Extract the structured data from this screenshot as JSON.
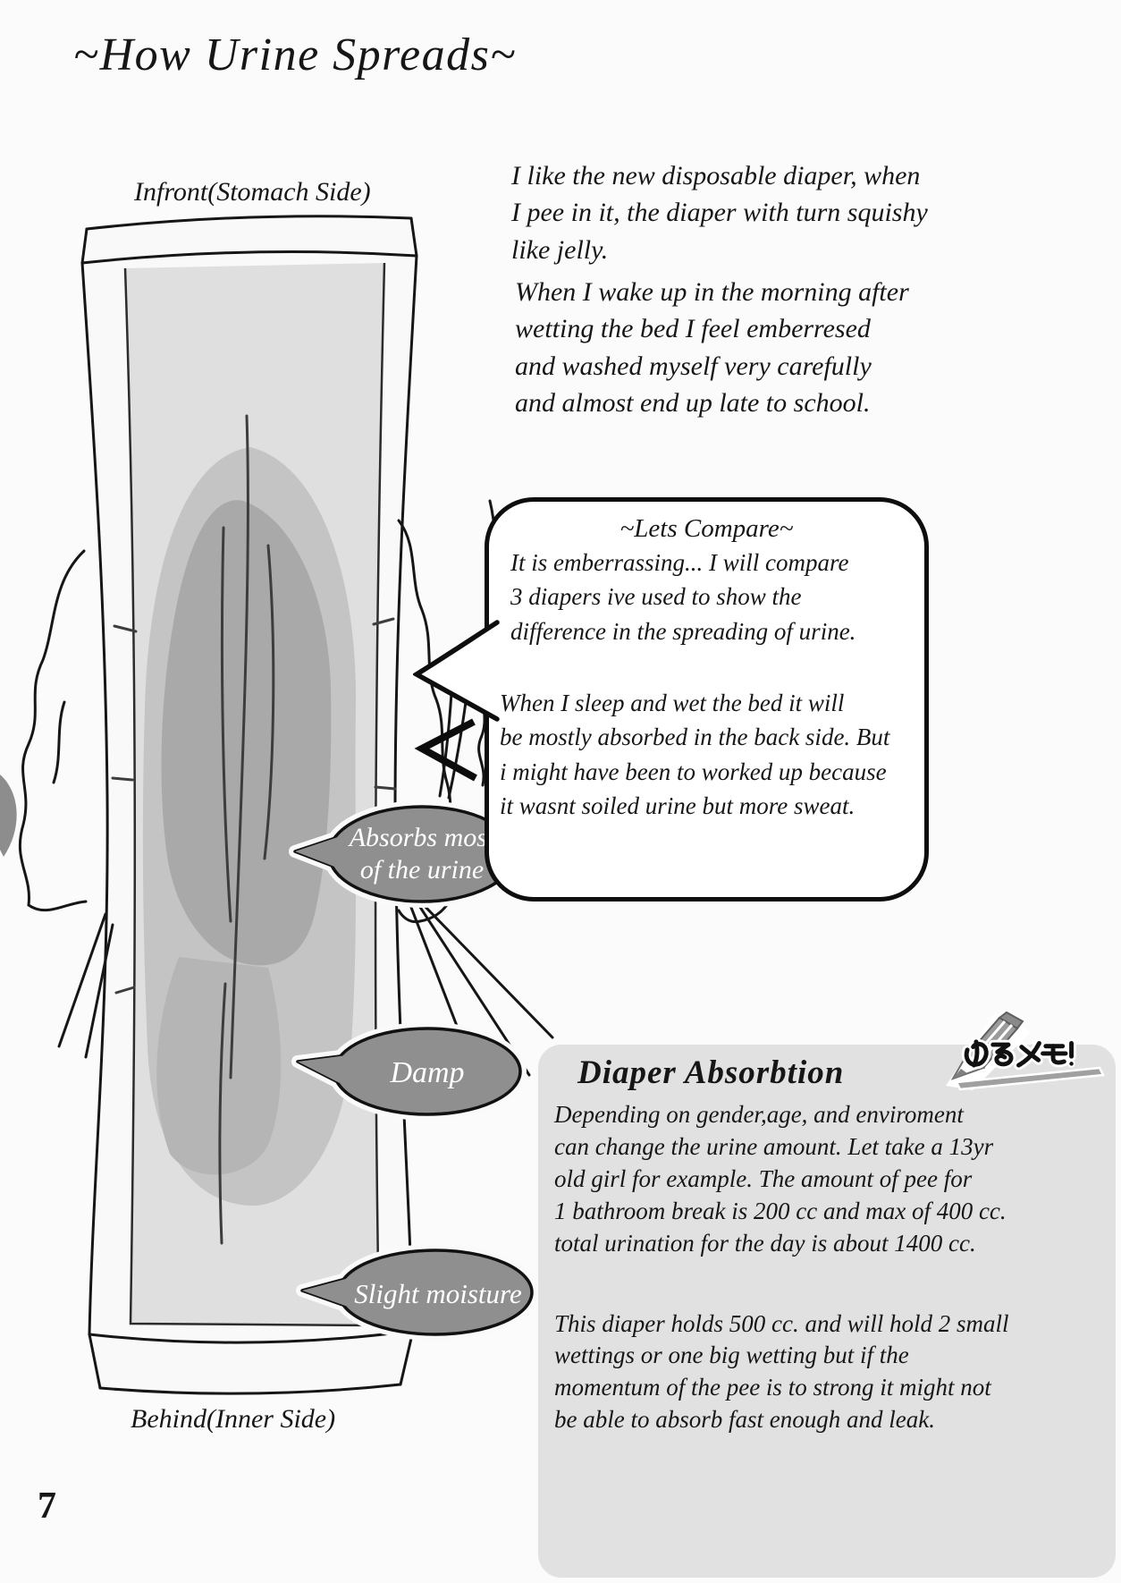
{
  "page": {
    "title": "~How Urine Spreads~",
    "page_number": "7"
  },
  "diagram": {
    "top_label": "Infront(Stomach Side)",
    "bottom_label": "Behind(Inner Side)",
    "callouts": [
      {
        "line1": "Absorbs most",
        "line2": "of the urine"
      },
      {
        "line1": "Damp"
      },
      {
        "line1": "Slight moisture"
      }
    ]
  },
  "paragraphs": {
    "intro": "I like the new disposable diaper, when\nI pee in it, the diaper with turn squishy\nlike jelly.",
    "morning": "When I wake up in the morning after\nwetting the bed I feel emberresed\nand washed myself very carefully\nand almost end up late to school."
  },
  "speech_bubble": {
    "heading": "~Lets Compare~",
    "body1": "It is emberrassing... I will compare\n3 diapers ive used to show the\ndifference in the spreading of urine.",
    "body2": "When I sleep and wet the bed it will\nbe mostly absorbed in the back side. But\ni might have been to worked up because\nit wasnt soiled urine but more sweat."
  },
  "note_box": {
    "heading": "Diaper Absorbtion",
    "badge": "ゆるメモ!",
    "para1": "Depending on gender,age, and enviroment\ncan change the urine amount. Let take a 13yr\nold girl for example. The amount of pee for\n1 bathroom break is 200 cc and max of 400 cc.\ntotal urination for the day is about 1400 cc.",
    "para2": "This diaper holds 500 cc. and will hold 2 small\nwettings or one big wetting but if the\nmomentum of the pee is to strong it might not\nbe able to absorb fast enough and leak."
  },
  "colors": {
    "page_bg": "#fbfbfb",
    "ink": "#161616",
    "callout_fill": "#8f8f8f",
    "pad_gray": "#dfdfdf",
    "wet_gray": "#c4c4c4",
    "wet_core_gray": "#a9a9a9",
    "note_box_bg": "#e1e1e1"
  }
}
